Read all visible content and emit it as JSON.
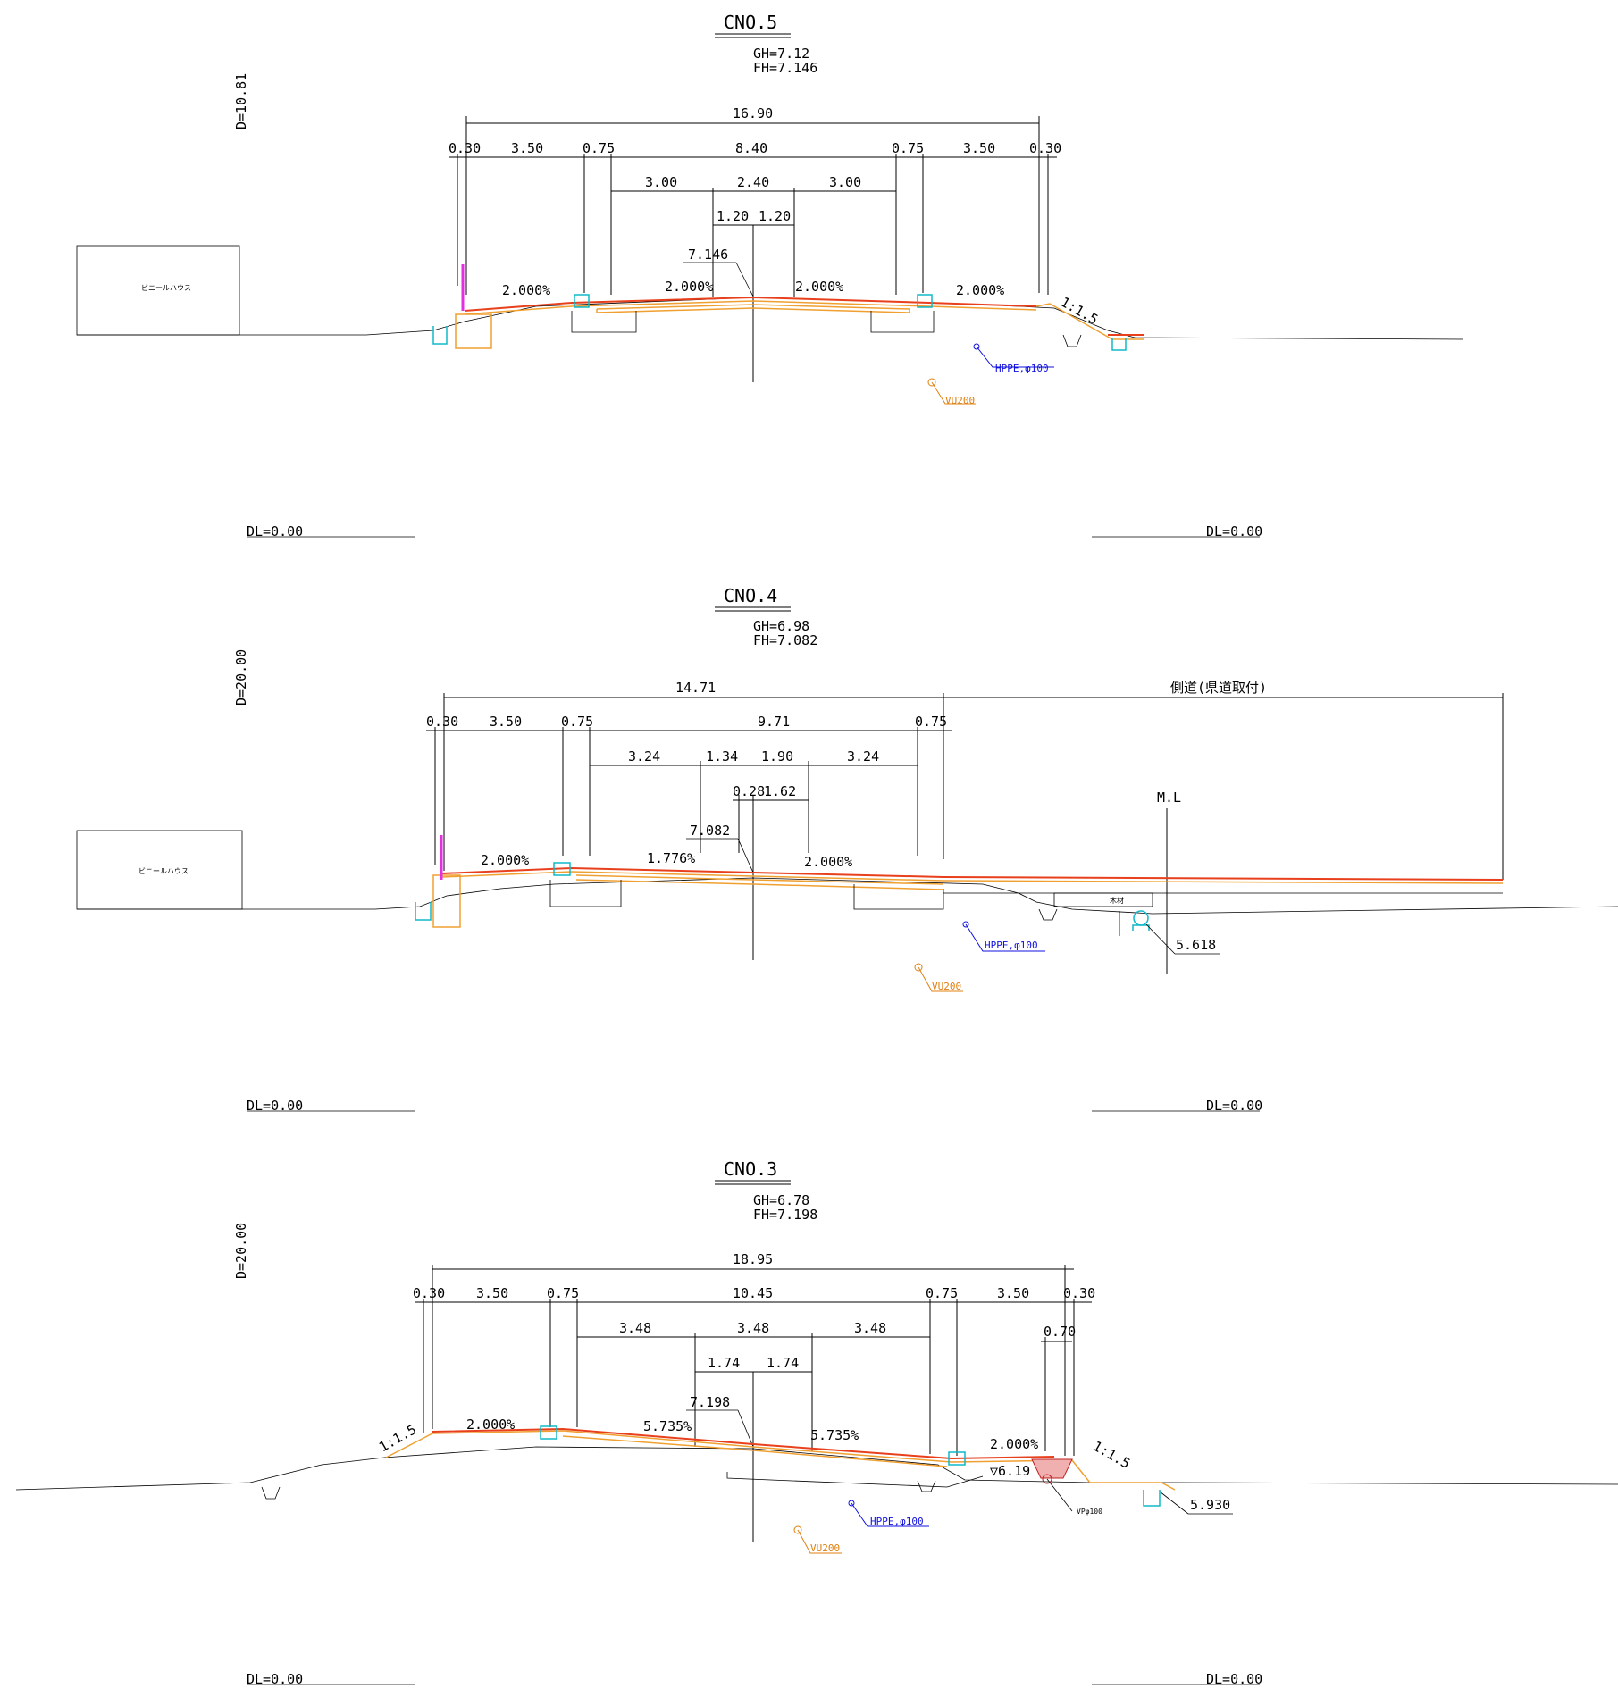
{
  "sections": [
    {
      "id": "cno5",
      "title": "CNO.5",
      "gh": "GH=7.12",
      "fh": "FH=7.146",
      "d_label": "D=10.81",
      "dims": {
        "total": "16.90",
        "row2": [
          "0.30",
          "3.50",
          "0.75",
          "8.40",
          "0.75",
          "3.50",
          "0.30"
        ],
        "row3": [
          "3.00",
          "2.40",
          "3.00"
        ],
        "row4": [
          "1.20",
          "1.20"
        ]
      },
      "center_elev": "7.146",
      "slopes": [
        "2.000%",
        "2.000%",
        "2.000%",
        "2.000%"
      ],
      "side_slope": "1:1.5",
      "building": "ビニールハウス",
      "pipes": {
        "hppe": "HPPE,φ100",
        "vu": "VU200"
      },
      "dl_left": "DL=0.00",
      "dl_right": "DL=0.00"
    },
    {
      "id": "cno4",
      "title": "CNO.4",
      "gh": "GH=6.98",
      "fh": "FH=7.082",
      "d_label": "D=20.00",
      "dims": {
        "total": "14.71",
        "side_road": "側道(県道取付)",
        "row2": [
          "0.30",
          "3.50",
          "0.75",
          "9.71",
          "0.75"
        ],
        "row3": [
          "3.24",
          "1.34",
          "1.90",
          "3.24"
        ],
        "row4": [
          "0.28",
          "1.62"
        ]
      },
      "center_elev": "7.082",
      "slopes": [
        "2.000%",
        "1.776%",
        "2.000%"
      ],
      "ml_label": "M.L",
      "ml_elev": "5.618",
      "timber": "木材",
      "building": "ビニールハウス",
      "pipes": {
        "hppe": "HPPE,φ100",
        "vu": "VU200"
      },
      "dl_left": "DL=0.00",
      "dl_right": "DL=0.00"
    },
    {
      "id": "cno3",
      "title": "CNO.3",
      "gh": "GH=6.78",
      "fh": "FH=7.198",
      "d_label": "D=20.00",
      "dims": {
        "total": "18.95",
        "row2": [
          "0.30",
          "3.50",
          "0.75",
          "10.45",
          "0.75",
          "3.50",
          "0.30"
        ],
        "row3": [
          "3.48",
          "3.48",
          "3.48"
        ],
        "row4": [
          "1.74",
          "1.74"
        ],
        "ditch": "0.70"
      },
      "center_elev": "7.198",
      "slopes": [
        "2.000%",
        "5.735%",
        "5.735%",
        "2.000%"
      ],
      "side_slope_left": "1:1.5",
      "side_slope_right": "1:1.5",
      "water_level": "▽6.19",
      "vp_pipe": "VPφ100",
      "right_elev": "5.930",
      "pipes": {
        "hppe": "HPPE,φ100",
        "vu": "VU200"
      },
      "dl_left": "DL=0.00",
      "dl_right": "DL=0.00"
    }
  ],
  "colors": {
    "pavement": "#e8401c",
    "base": "#f0a030",
    "curb": "#10b8c8",
    "guard": "#e030e0",
    "pipe_hppe": "#1010e0",
    "pipe_vu": "#e08010"
  }
}
